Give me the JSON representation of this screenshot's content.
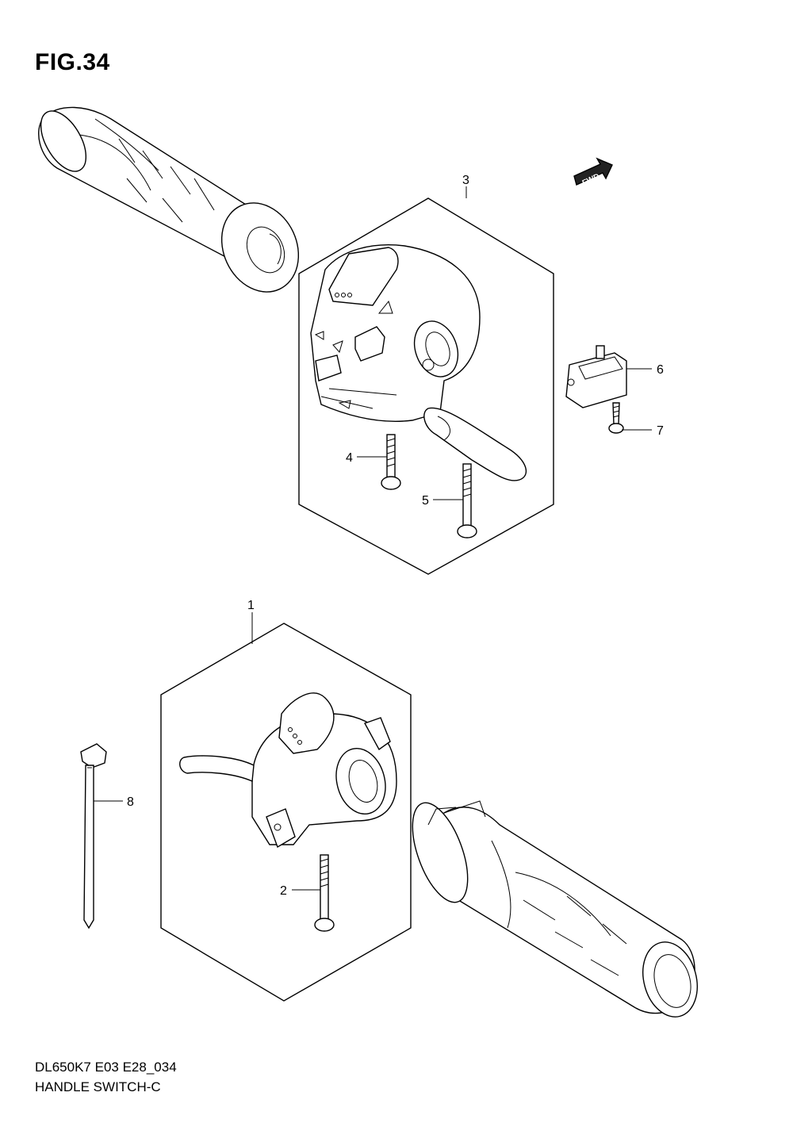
{
  "figure": {
    "title": "FIG.34",
    "model_code": "DL650K7 E03 E28_034",
    "part_name": "HANDLE SWITCH-C"
  },
  "direction_marker": {
    "label": "FWD",
    "icon": "forward-arrow-icon"
  },
  "callouts": [
    {
      "number": "1"
    },
    {
      "number": "2"
    },
    {
      "number": "3"
    },
    {
      "number": "4"
    },
    {
      "number": "5"
    },
    {
      "number": "6"
    },
    {
      "number": "7"
    },
    {
      "number": "8"
    }
  ]
}
